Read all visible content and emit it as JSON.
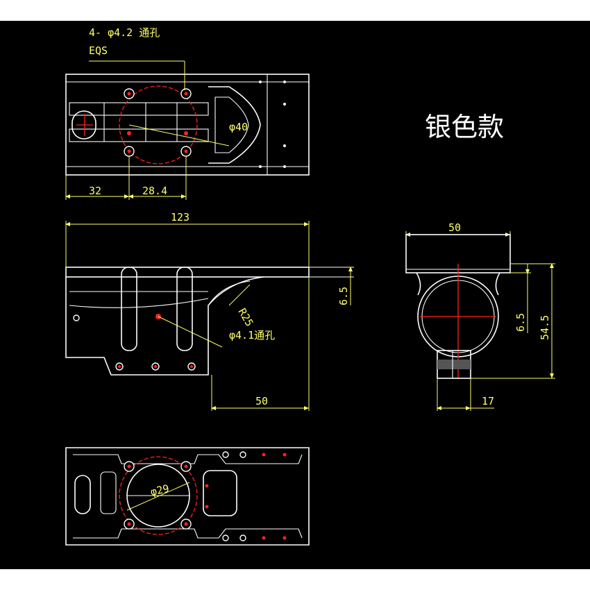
{
  "caption": "银色款",
  "annotations": {
    "hole_callout": "4- φ4.2 通孔",
    "hole_sub": "EQS",
    "hole_through": "φ4.1通孔"
  },
  "dimensions": {
    "top_dia": "φ40",
    "top_left": "32",
    "top_mid": "28.4",
    "front_len": "123",
    "radius": "R25",
    "front_offset": "6.5",
    "front_bottom": "50",
    "side_width": "50",
    "side_offset": "6.5",
    "side_height": "54.5",
    "side_bottom": "17",
    "bottom_dia": "φ29"
  },
  "colors": {
    "background": "#000000",
    "outline": "#ffffff",
    "dimension": "#ffff66",
    "centerline": "#ff2222"
  }
}
